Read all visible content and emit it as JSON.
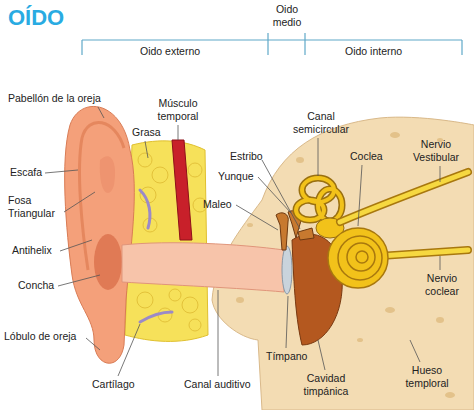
{
  "diagram": {
    "title": "OÍDO",
    "labels": [
      "Oido externo",
      "Oido medio",
      "Oido interno",
      "Pabellón de la oreja",
      "Grasa",
      "Músculo temporal",
      "Escafa",
      "Fosa Triangular",
      "Antihelix",
      "Concha",
      "Lóbulo de oreja",
      "Cartílago",
      "Canal auditivo",
      "Tímpano",
      "Cavidad timpánica",
      "Hueso temploral",
      "Nervio coclear",
      "Nervio Vestibular",
      "Coclea",
      "Canal semicircular",
      "Estribo",
      "Yunque",
      "Maleo"
    ]
  }
}
